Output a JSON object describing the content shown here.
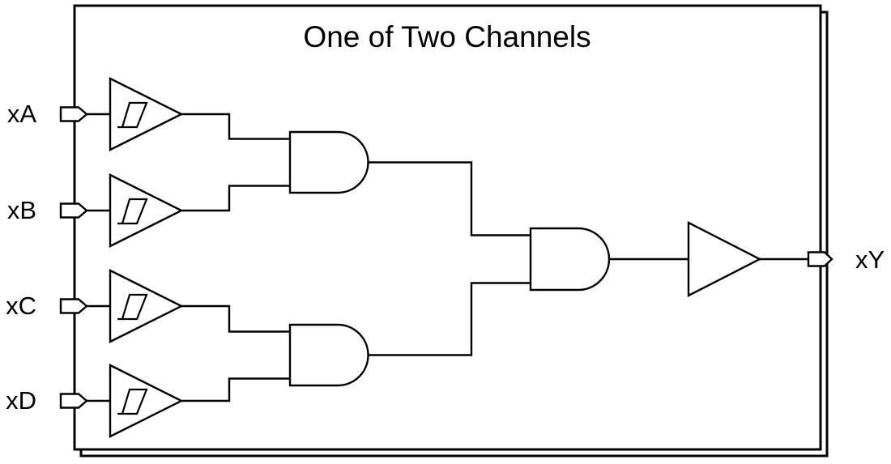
{
  "colors": {
    "stroke": "#000000",
    "background": "#ffffff"
  },
  "diagram": {
    "title": "One of Two Channels",
    "inputs": [
      {
        "id": "xA",
        "label": "xA"
      },
      {
        "id": "xB",
        "label": "xB"
      },
      {
        "id": "xC",
        "label": "xC"
      },
      {
        "id": "xD",
        "label": "xD"
      }
    ],
    "output": {
      "id": "xY",
      "label": "xY"
    },
    "gates": [
      {
        "name": "schmitt-buffer-A",
        "type": "buffer-with-hysteresis",
        "input": "xA"
      },
      {
        "name": "schmitt-buffer-B",
        "type": "buffer-with-hysteresis",
        "input": "xB"
      },
      {
        "name": "schmitt-buffer-C",
        "type": "buffer-with-hysteresis",
        "input": "xC"
      },
      {
        "name": "schmitt-buffer-D",
        "type": "buffer-with-hysteresis",
        "input": "xD"
      },
      {
        "name": "and-gate-1",
        "type": "and",
        "inputs": [
          "schmitt-buffer-A",
          "schmitt-buffer-B"
        ]
      },
      {
        "name": "and-gate-2",
        "type": "and",
        "inputs": [
          "schmitt-buffer-C",
          "schmitt-buffer-D"
        ]
      },
      {
        "name": "and-gate-3",
        "type": "and",
        "inputs": [
          "and-gate-1",
          "and-gate-2"
        ]
      },
      {
        "name": "output-buffer",
        "type": "buffer",
        "input": "and-gate-3",
        "output": "xY"
      }
    ],
    "channels_note": "stacked outline indicates a second identical channel"
  }
}
